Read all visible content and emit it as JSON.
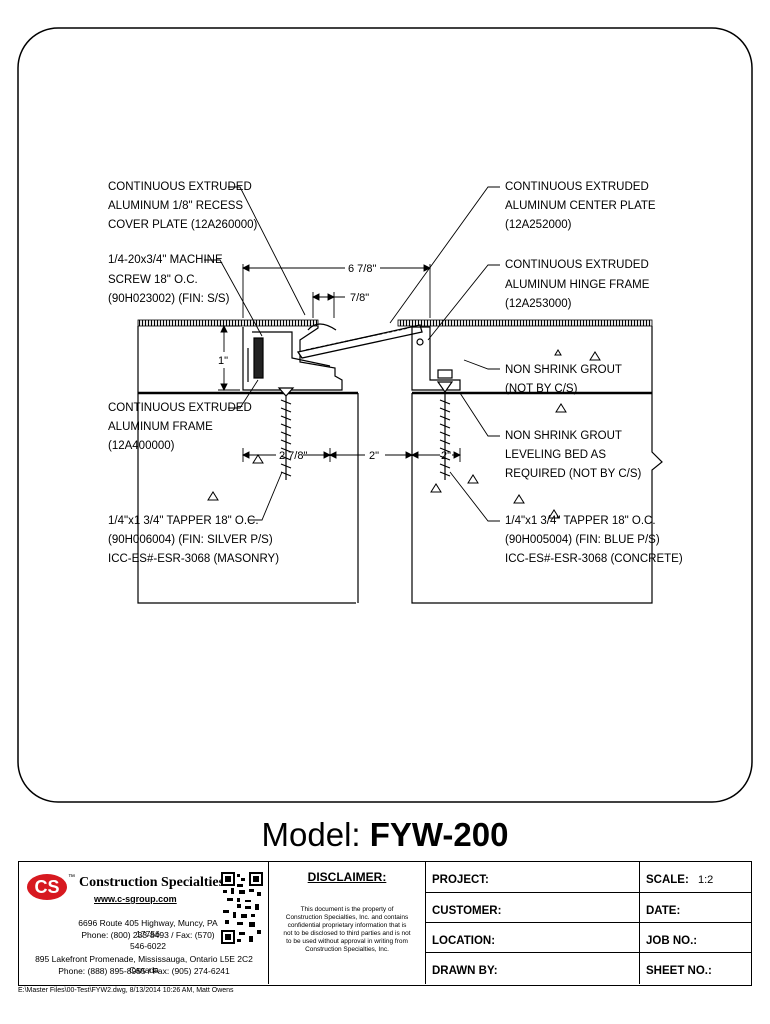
{
  "labels": {
    "cover_plate": [
      "CONTINUOUS EXTRUDED",
      "ALUMINUM 1/8\" RECESS",
      "COVER PLATE (12A260000)"
    ],
    "machine_screw": [
      "1/4-20x3/4\" MACHINE",
      "SCREW 18\" O.C.",
      "(90H023002) (FIN: S/S)"
    ],
    "aluminum_frame": [
      "CONTINUOUS EXTRUDED",
      "ALUMINUM FRAME",
      "(12A400000)"
    ],
    "tapper_left": [
      "1/4\"x1 3/4\" TAPPER 18\" O.C.",
      "(90H006004) (FIN: SILVER P/S)",
      "ICC-ES#-ESR-3068 (MASONRY)"
    ],
    "center_plate": [
      "CONTINUOUS EXTRUDED",
      "ALUMINUM CENTER PLATE",
      "(12A252000)"
    ],
    "hinge_frame": [
      "CONTINUOUS EXTRUDED",
      "ALUMINUM HINGE FRAME",
      "(12A253000)"
    ],
    "grout": [
      "NON SHRINK GROUT",
      "(NOT BY C/S)"
    ],
    "grout_bed": [
      "NON SHRINK GROUT",
      "LEVELING BED AS",
      "REQUIRED (NOT BY C/S)"
    ],
    "tapper_right": [
      "1/4\"x1 3/4\" TAPPER 18\" O.C.",
      "(90H005004) (FIN: BLUE P/S)",
      "ICC-ES#-ESR-3068 (CONCRETE)"
    ]
  },
  "dimensions": {
    "overall": "6 7/8\"",
    "lip": "7/8\"",
    "height": "1\"",
    "left_frame": "2 7/8\"",
    "gap": "2\"",
    "right_frame": "2\""
  },
  "model": {
    "prefix": "Model:",
    "name": "FYW-200"
  },
  "company": {
    "logo": "CS",
    "tm": "™",
    "name": "Construction Specialties",
    "website": "www.c-sgroup.com",
    "us_address": "6696 Route 405 Highway, Muncy, PA  17756",
    "us_phone": "Phone: (800) 233-8493 / Fax: (570) 546-6022",
    "ca_address": "895 Lakefront Promenade, Mississauga, Ontario L5E 2C2 Canada",
    "ca_phone": "Phone: (888) 895-8955 / Fax: (905) 274-6241"
  },
  "disclaimer": {
    "title": "DISCLAIMER:",
    "text": "This document is the property of Construction Specialties, Inc. and contains confidential proprietary information that is not to be disclosed to third parties and is not to be used without approval in writing from Construction Specialties, Inc."
  },
  "fields": {
    "project": "PROJECT:",
    "customer": "CUSTOMER:",
    "location": "LOCATION:",
    "drawn_by": "DRAWN BY:",
    "scale": "SCALE:",
    "scale_value": "1:2",
    "date": "DATE:",
    "job_no": "JOB NO.:",
    "sheet_no": "SHEET NO.:"
  },
  "file_path": "E:\\Master Files\\00-Test\\FYW2.dwg, 8/13/2014 10:26 AM, Matt Owens"
}
